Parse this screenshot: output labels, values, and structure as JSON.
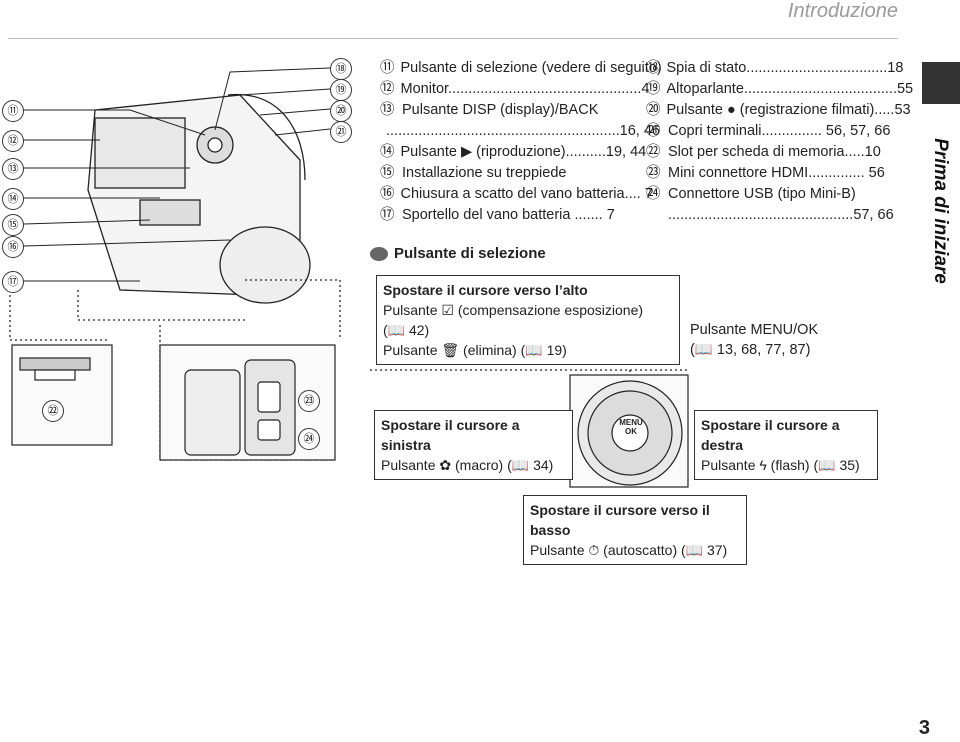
{
  "header": {
    "title": "Introduzione"
  },
  "side_tab": {
    "text": "Prima di iniziare"
  },
  "page": {
    "number": "3"
  },
  "callouts_left": [
    "⑪",
    "⑫",
    "⑬",
    "⑭",
    "⑮",
    "⑯",
    "⑰"
  ],
  "callouts_right": [
    "⑱",
    "⑲",
    "⑳",
    "㉑"
  ],
  "callouts_bottom": [
    "㉒",
    "㉓",
    "㉔"
  ],
  "list_left": [
    {
      "n": "⑪",
      "text": "Pulsante di selezione (vedere di seguito)"
    },
    {
      "n": "⑫",
      "text": "Monitor................................................4"
    },
    {
      "n": "⑬",
      "text": "Pulsante DISP (display)/BACK"
    },
    {
      "n": "",
      "text": "..........................................................16, 46"
    },
    {
      "n": "⑭",
      "text": "Pulsante ▶ (riproduzione)..........19, 44"
    },
    {
      "n": "⑮",
      "text": "Installazione su treppiede"
    },
    {
      "n": "⑯",
      "text": "Chiusura a scatto del vano batteria.... 7"
    },
    {
      "n": "⑰",
      "text": "Sportello del vano batteria ....... 7"
    }
  ],
  "list_right": [
    {
      "n": "⑱",
      "text": "Spia di stato...................................18"
    },
    {
      "n": "⑲",
      "text": "Altoparlante......................................55"
    },
    {
      "n": "⑳",
      "text": "Pulsante ● (registrazione filmati).....53"
    },
    {
      "n": "㉑",
      "text": "Copri terminali............... 56, 57, 66"
    },
    {
      "n": "㉒",
      "text": "Slot per scheda di memoria.....10"
    },
    {
      "n": "㉓",
      "text": "Mini connettore HDMI.............. 56"
    },
    {
      "n": "㉔",
      "text": "Connettore USB (tipo Mini-B)"
    },
    {
      "n": "",
      "text": "..............................................57, 66"
    }
  ],
  "selector": {
    "heading": "Pulsante di selezione",
    "up": {
      "title": "Spostare il cursore verso l’alto",
      "line1": "Pulsante ☑ (compensazione esposizione)",
      "line2": "(📖 42)",
      "line3": "Pulsante 🗑 (elimina) (📖 19)"
    },
    "left": {
      "title": "Spostare il cursore a sinistra",
      "line1": "Pulsante ✿ (macro) (📖 34)"
    },
    "right": {
      "title": "Spostare il cursore a destra",
      "line1": "Pulsante ϟ (flash) (📖 35)"
    },
    "down": {
      "title": "Spostare il cursore verso il basso",
      "line1": "Pulsante ⏱ (autoscatto) (📖 37)"
    },
    "menu": {
      "line1": "Pulsante MENU/OK",
      "line2": "(📖 13, 68, 77, 87)"
    },
    "dial_label": "MENU\nOK"
  }
}
